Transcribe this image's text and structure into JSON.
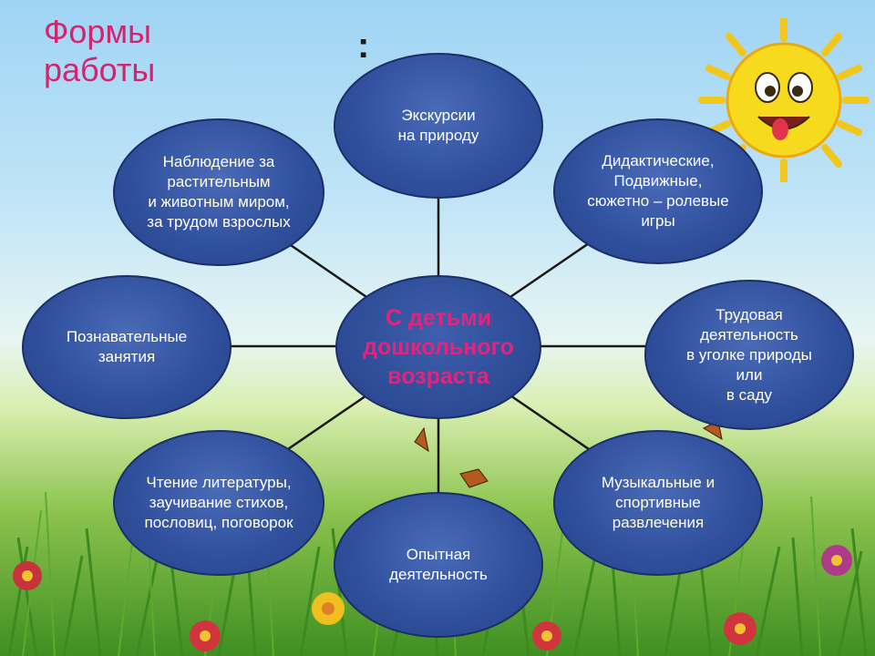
{
  "title": "Формы\nработы",
  "colon": ":",
  "center": "С детьми\nдошкольного\nвозраста",
  "nodes": {
    "excursions": "Экскурсии\nна природу",
    "games": "Дидактические,\nПодвижные,\nсюжетно – ролевые\nигры",
    "labor": "Трудовая\nдеятельность\nв уголке природы\nили\nв саду",
    "music_sport": "Музыкальные и\nспортивные\nразвлечения",
    "experiments": "Опытная\nдеятельность",
    "reading": "Чтение литературы,\nзаучивание стихов,\nпословиц, поговорок",
    "cognitive": "Познавательные\nзанятия",
    "observation": "Наблюдение за\nрастительным\nи животным миром,\nза трудом взрослых"
  },
  "colors": {
    "node_fill": "#2f4f9c",
    "title": "#d2246f",
    "center_text": "#e4237e"
  }
}
